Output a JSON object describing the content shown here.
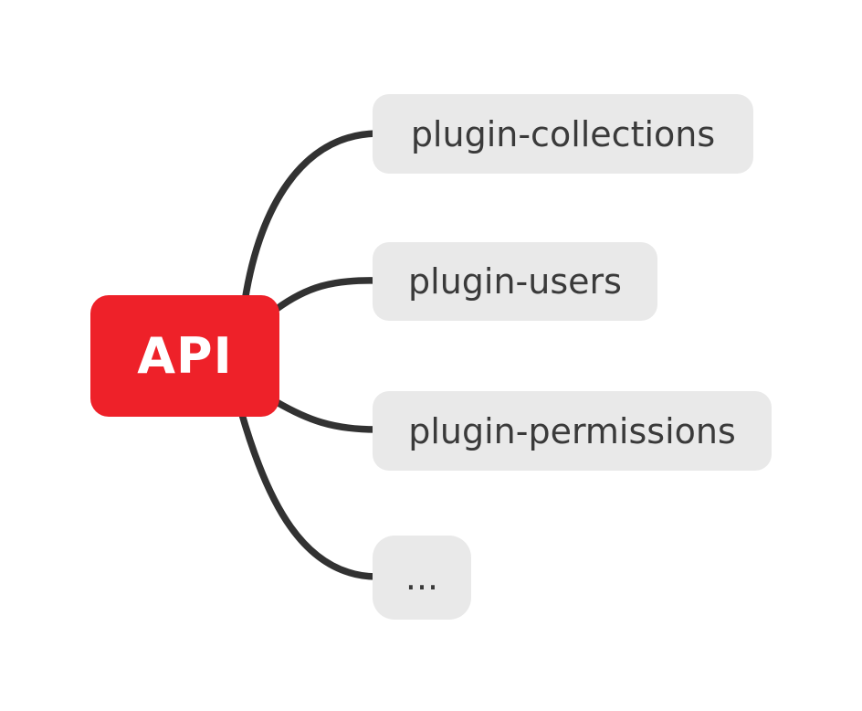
{
  "mindmap": {
    "root": {
      "label": "API",
      "fill_color": "#ee2129",
      "text_color": "#ffffff"
    },
    "branches": [
      {
        "label": "plugin-collections"
      },
      {
        "label": "plugin-users"
      },
      {
        "label": "plugin-permissions"
      },
      {
        "label": "..."
      }
    ],
    "branch_fill_color": "#e9e9e9",
    "branch_text_color": "#3a3a3a",
    "connector_color": "#323232",
    "background_color": "#ffffff"
  }
}
